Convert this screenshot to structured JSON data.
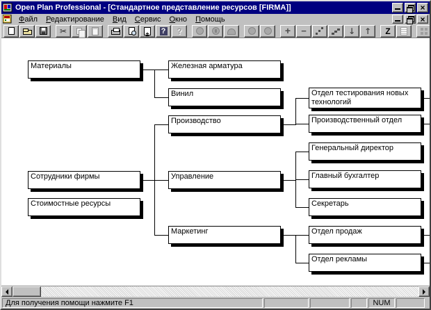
{
  "window": {
    "title": "Open Plan Professional - [Стандартное представление ресурсов [FIRMA]]"
  },
  "colors": {
    "titlebar": "#000080",
    "chrome": "#c0c0c0",
    "canvas": "#ffffff",
    "box_border": "#000000"
  },
  "menu": {
    "items": [
      {
        "id": "file",
        "label": "Файл"
      },
      {
        "id": "edit",
        "label": "Редактирование"
      },
      {
        "id": "view",
        "label": "Вид"
      },
      {
        "id": "service",
        "label": "Сервис"
      },
      {
        "id": "window",
        "label": "Окно"
      },
      {
        "id": "help",
        "label": "Помощь"
      }
    ]
  },
  "toolbar": {
    "groups": [
      [
        {
          "name": "new",
          "enabled": true
        },
        {
          "name": "open",
          "enabled": true
        },
        {
          "name": "save",
          "enabled": true
        }
      ],
      [
        {
          "name": "cut",
          "enabled": false
        },
        {
          "name": "copy",
          "enabled": false
        },
        {
          "name": "paste",
          "enabled": false
        }
      ],
      [
        {
          "name": "print",
          "enabled": true
        },
        {
          "name": "preview",
          "enabled": true
        },
        {
          "name": "sheet",
          "enabled": true
        },
        {
          "name": "help",
          "enabled": true
        },
        {
          "name": "chelp",
          "enabled": false
        }
      ],
      [
        {
          "name": "circle",
          "enabled": false
        },
        {
          "name": "circle2",
          "enabled": false
        },
        {
          "name": "arch",
          "enabled": false
        }
      ],
      [
        {
          "name": "circle3",
          "enabled": false
        },
        {
          "name": "circle4",
          "enabled": false
        }
      ],
      [
        {
          "name": "plus",
          "enabled": true
        },
        {
          "name": "minus",
          "enabled": true
        },
        {
          "name": "dots",
          "enabled": true
        },
        {
          "name": "steps",
          "enabled": true
        },
        {
          "name": "down",
          "enabled": true
        },
        {
          "name": "up",
          "enabled": true
        }
      ],
      [
        {
          "name": "z",
          "enabled": true
        },
        {
          "name": "notes",
          "enabled": false
        }
      ],
      [
        {
          "name": "tile",
          "enabled": false
        },
        {
          "name": "cascade",
          "enabled": true
        }
      ]
    ]
  },
  "diagram": {
    "nodes": [
      {
        "id": "materialy",
        "label": "Материалы"
      },
      {
        "id": "zheleznaya-armatura",
        "label": "Железная арматура"
      },
      {
        "id": "vinil",
        "label": "Винил"
      },
      {
        "id": "proizvodstvo",
        "label": "Производство"
      },
      {
        "id": "upravlenie",
        "label": "Управление"
      },
      {
        "id": "marketing",
        "label": "Маркетинг"
      },
      {
        "id": "sotrudniki-firmy",
        "label": "Сотрудники фирмы"
      },
      {
        "id": "stoimostnye-resursy",
        "label": "Стоимостные ресурсы"
      },
      {
        "id": "otdel-testirovaniya",
        "label": "Отдел тестирования новых технологий"
      },
      {
        "id": "proizvodstvennyj-otdel",
        "label": "Производственный отдел"
      },
      {
        "id": "generalnyj-direktor",
        "label": "Генеральный директор"
      },
      {
        "id": "glavnyj-buhgalter",
        "label": "Главный бухгалтер"
      },
      {
        "id": "sekretar",
        "label": "Секретарь"
      },
      {
        "id": "otdel-prodazh",
        "label": "Отдел продаж"
      },
      {
        "id": "otdel-reklamy",
        "label": "Отдел рекламы"
      }
    ]
  },
  "status": {
    "help_text": "Для получения помощи нажмите F1",
    "num_label": "NUM"
  }
}
